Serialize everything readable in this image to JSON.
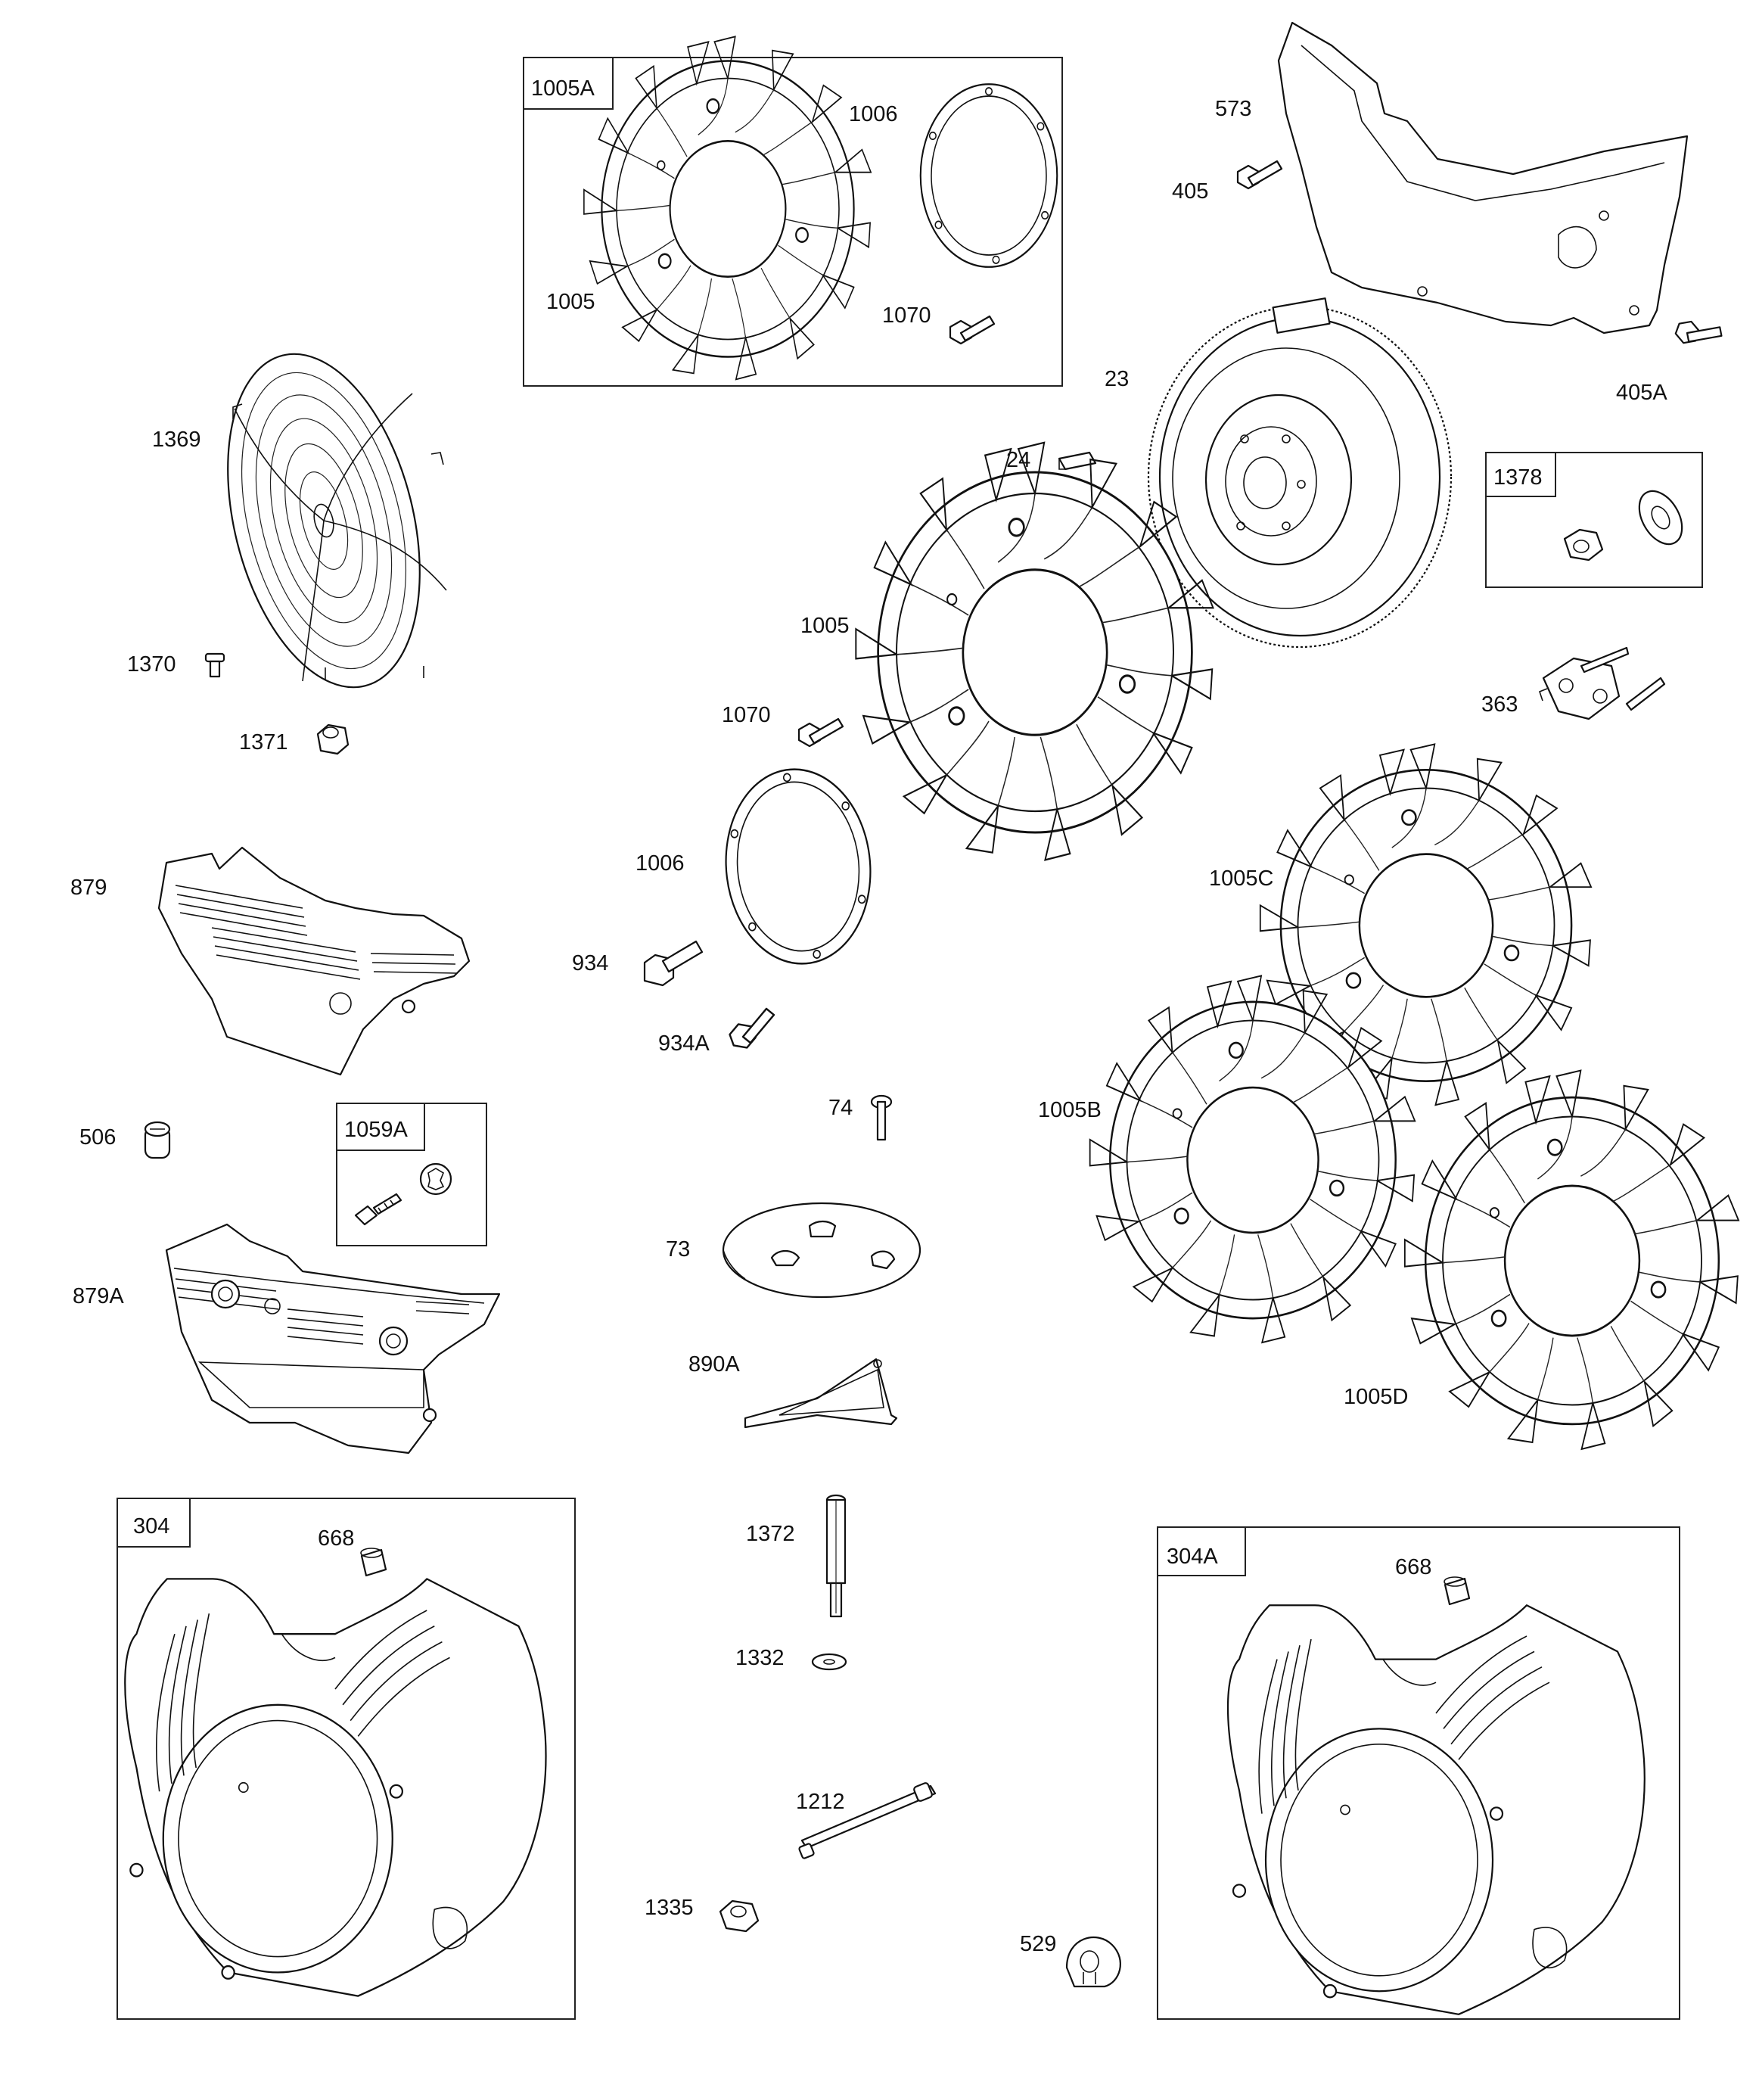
{
  "labels": {
    "l1005A": "1005A",
    "l1006a": "1006",
    "l1005a": "1005",
    "l1070a": "1070",
    "l573": "573",
    "l405": "405",
    "l405A": "405A",
    "l23": "23",
    "l24": "24",
    "l1369": "1369",
    "l1370": "1370",
    "l1371": "1371",
    "l1378": "1378",
    "l1005b": "1005",
    "l1070b": "1070",
    "l363": "363",
    "l1006b": "1006",
    "l879": "879",
    "l934": "934",
    "l934A": "934A",
    "l1005C": "1005C",
    "l1005B": "1005B",
    "l74": "74",
    "l506": "506",
    "l1059A": "1059A",
    "l73": "73",
    "l879A": "879A",
    "l890A": "890A",
    "l1005D": "1005D",
    "l304": "304",
    "l668a": "668",
    "l1372": "1372",
    "l1332": "1332",
    "l304A": "304A",
    "l668b": "668",
    "l1212": "1212",
    "l1335": "1335",
    "l529": "529"
  }
}
